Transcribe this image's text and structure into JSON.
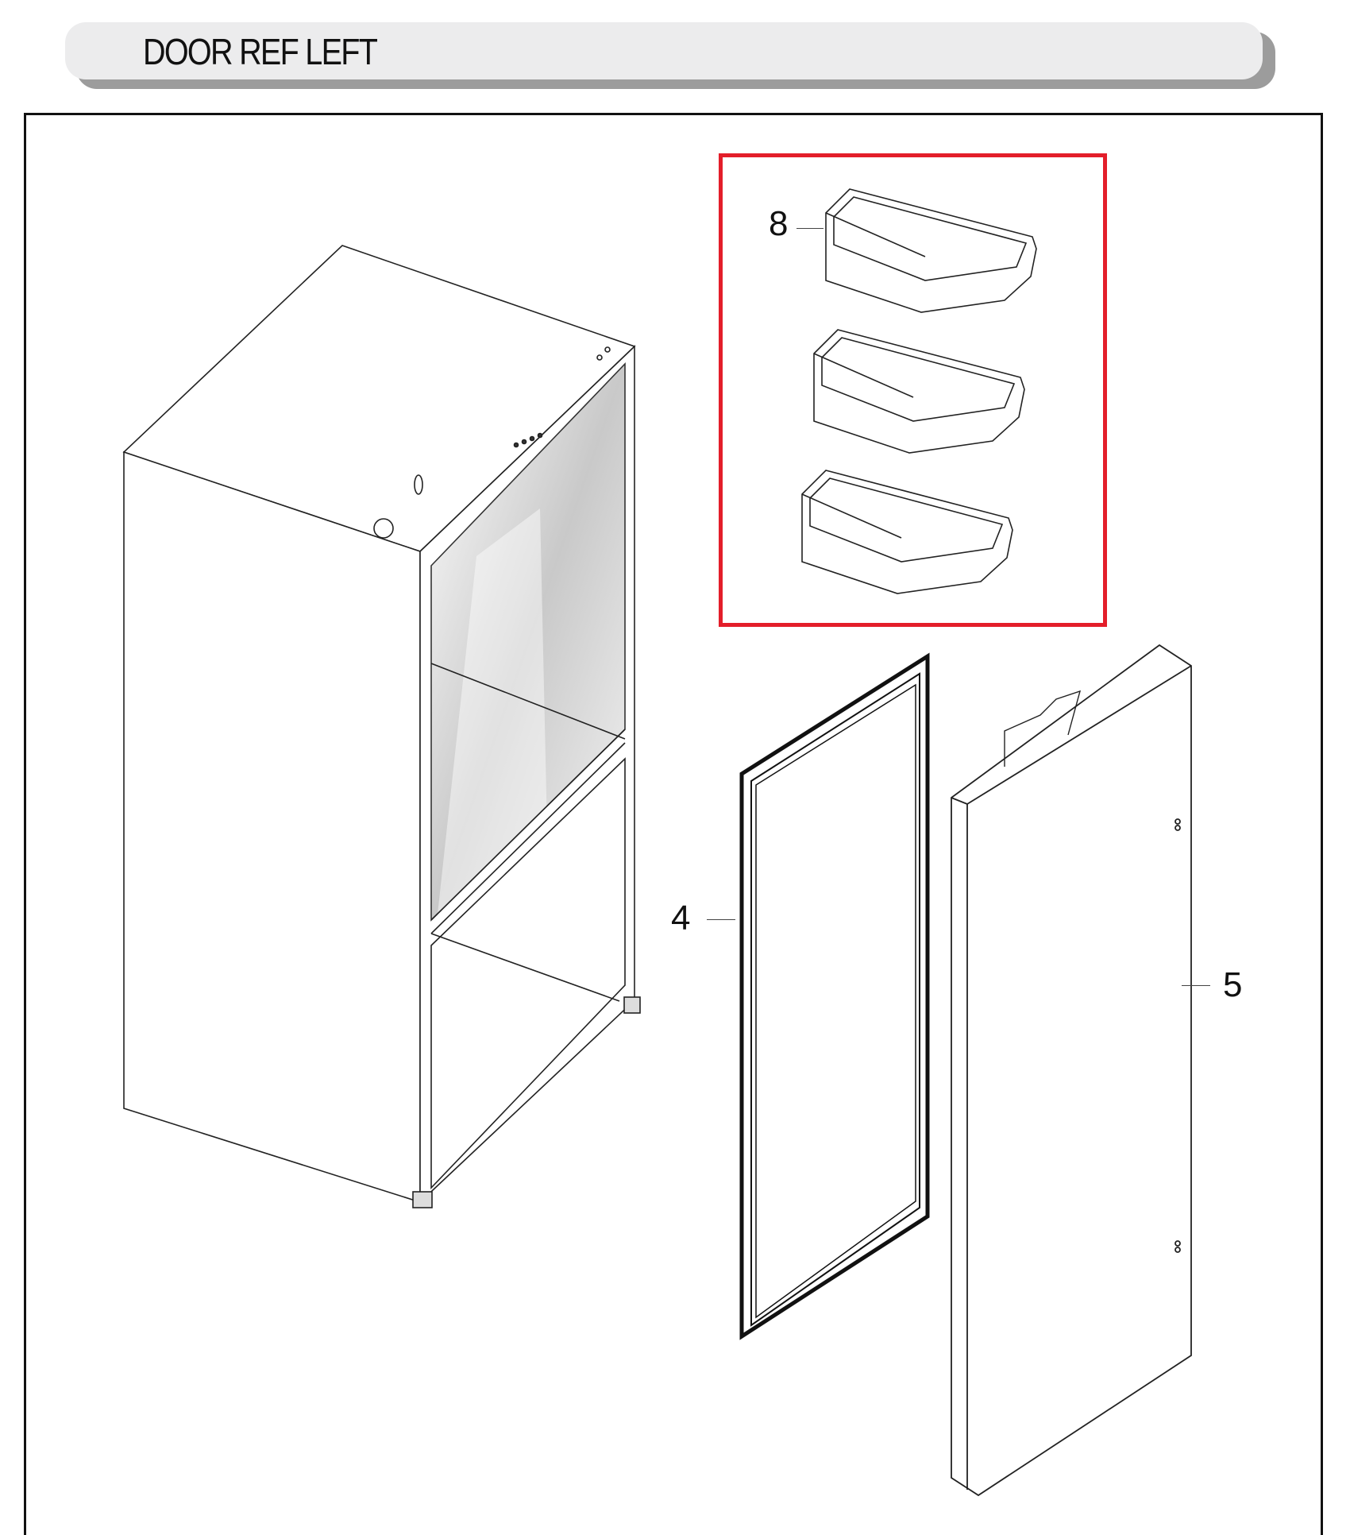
{
  "header": {
    "title": "DOOR REF LEFT"
  },
  "diagram": {
    "highlight_color": "#e31e2a",
    "parts": [
      {
        "callout": "8",
        "name": "Door guard / bin (x3)",
        "highlighted": true
      },
      {
        "callout": "4",
        "name": "Door gasket"
      },
      {
        "callout": "5",
        "name": "Refrigerator door (left)"
      }
    ],
    "callouts": {
      "part_8": "8",
      "part_4": "4",
      "part_5": "5"
    }
  }
}
